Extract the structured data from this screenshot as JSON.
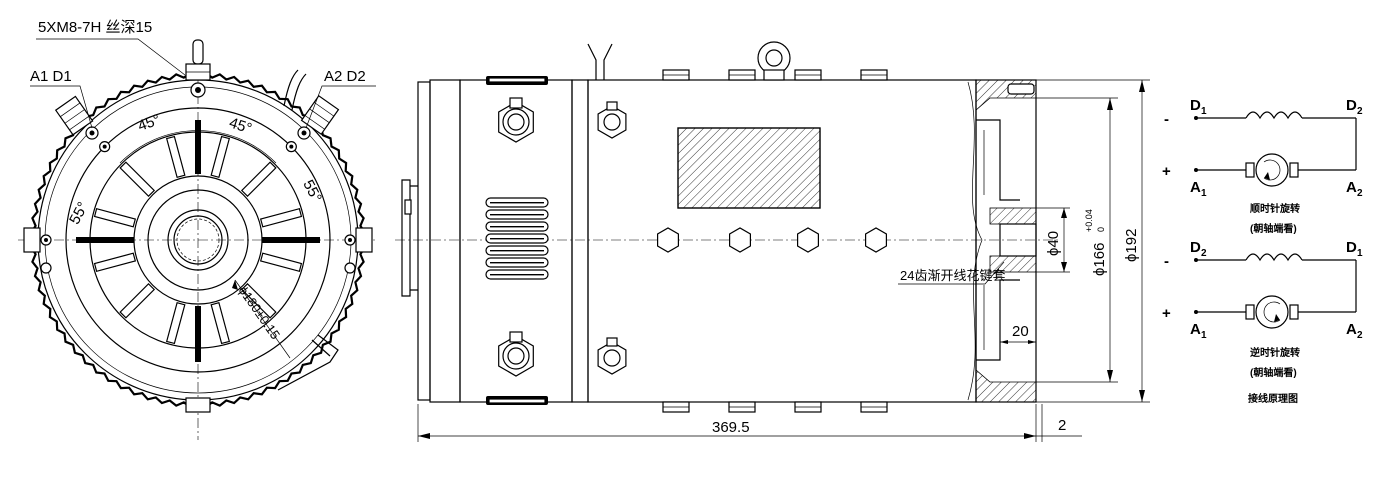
{
  "front_view": {
    "thread_label": "5XM8-7H 丝深15",
    "terminal_left": "A1 D1",
    "terminal_right": "A2 D2",
    "angle_45": "45°",
    "angle_55": "55°",
    "bolt_circle": "ϕ180±0.15"
  },
  "side_view": {
    "length": "369.5",
    "gap": "2",
    "dia_outer": "ϕ192",
    "dia_mid": "ϕ166",
    "tol_upper": "+0.04",
    "tol_lower": "0",
    "dia_shaft": "ϕ40",
    "spline_label": "24齿渐开线花键套",
    "depth": "20"
  },
  "wiring": {
    "top": {
      "left_field": "D",
      "left_field_sub": "1",
      "right_field": "D",
      "right_field_sub": "2",
      "left_arm": "A",
      "left_arm_sub": "1",
      "right_arm": "A",
      "right_arm_sub": "2",
      "minus": "-",
      "plus": "+",
      "caption_1": "顺时针旋转",
      "caption_2": "(朝轴端看)"
    },
    "bottom": {
      "left_field": "D",
      "left_field_sub": "2",
      "right_field": "D",
      "right_field_sub": "1",
      "left_arm": "A",
      "left_arm_sub": "1",
      "right_arm": "A",
      "right_arm_sub": "2",
      "minus": "-",
      "plus": "+",
      "caption_1": "逆时针旋转",
      "caption_2": "(朝轴端看)"
    },
    "title": "接线原理图"
  }
}
